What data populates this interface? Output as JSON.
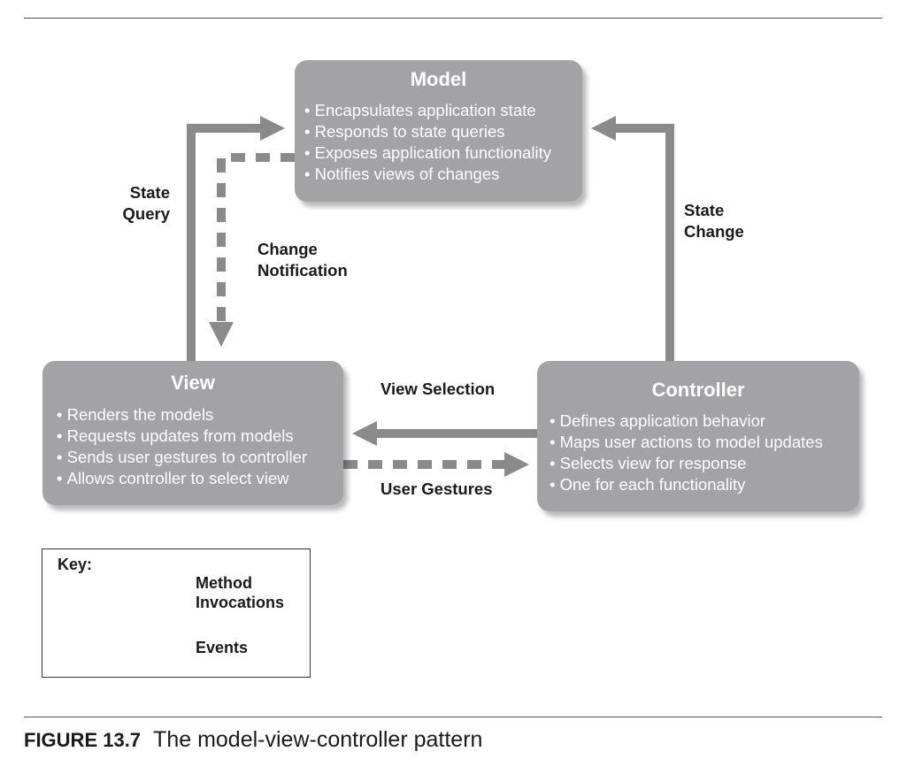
{
  "diagram": {
    "model": {
      "title": "Model",
      "items": [
        "Encapsulates application state",
        "Responds to state queries",
        "Exposes application functionality",
        "Notifies views of changes"
      ]
    },
    "view": {
      "title": "View",
      "items": [
        "Renders the models",
        "Requests updates from models",
        "Sends user gestures to controller",
        "Allows controller to select view"
      ]
    },
    "controller": {
      "title": "Controller",
      "items": [
        "Defines application behavior",
        "Maps user actions to model updates",
        "Selects view for response",
        "One for each functionality"
      ]
    },
    "edges": {
      "state_query": [
        "State",
        "Query"
      ],
      "change_notification": [
        "Change",
        "Notification"
      ],
      "state_change": [
        "State",
        "Change"
      ],
      "view_selection": "View Selection",
      "user_gestures": "User Gestures"
    },
    "key": {
      "title": "Key:",
      "method_invocations": [
        "Method",
        "Invocations"
      ],
      "events": "Events"
    },
    "colors": {
      "box_fill": "#a3a3a5",
      "arrow": "#8a8a8c",
      "box_text": "#ffffff",
      "label_text": "#1a1a1a"
    }
  },
  "caption": {
    "number": "FIGURE 13.7",
    "text": "The model-view-controller pattern"
  }
}
